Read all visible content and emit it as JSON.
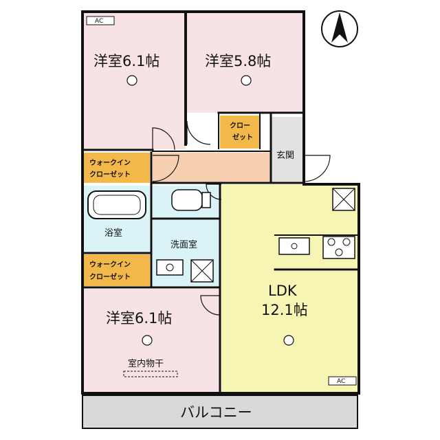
{
  "rooms": {
    "bedroom_top_left": {
      "name": "洋室6.1帖"
    },
    "bedroom_top_right": {
      "name": "洋室5.8帖"
    },
    "bedroom_bottom": {
      "name": "洋室6.1帖"
    },
    "ldk_line1": "LDK",
    "ldk_line2": "12.1帖",
    "bath": "浴室",
    "washroom": "洗面室",
    "entrance": "玄関",
    "balcony": "バルコニー"
  },
  "closets": {
    "walk_in_top_line1": "ウォークイン",
    "walk_in_top_line2": "クローゼット",
    "walk_in_bottom_line1": "ウォークイン",
    "walk_in_bottom_line2": "クローゼット",
    "small_line1": "クロー",
    "small_line2": "ゼット"
  },
  "labels": {
    "ac_top": "AC",
    "ac_ldk": "AC",
    "drying": "室内物干"
  },
  "colors": {
    "bedroom": "#f7e3e6",
    "ldk": "#f7f5b4",
    "wet": "#d9f3f7",
    "closet": "#f2b84a",
    "hall": "#f8cfb0",
    "balcony": "#d9d9d9",
    "entrance": "#e2e2e2"
  },
  "icons": {
    "compass": "north-arrow-icon",
    "lighting": "ceiling-light-icon",
    "fan": "ventilation-fan-icon",
    "stove": "stove-icon",
    "sink": "sink-icon",
    "bathtub": "bathtub-icon",
    "toilet": "toilet-icon",
    "washer": "washing-machine-icon"
  }
}
